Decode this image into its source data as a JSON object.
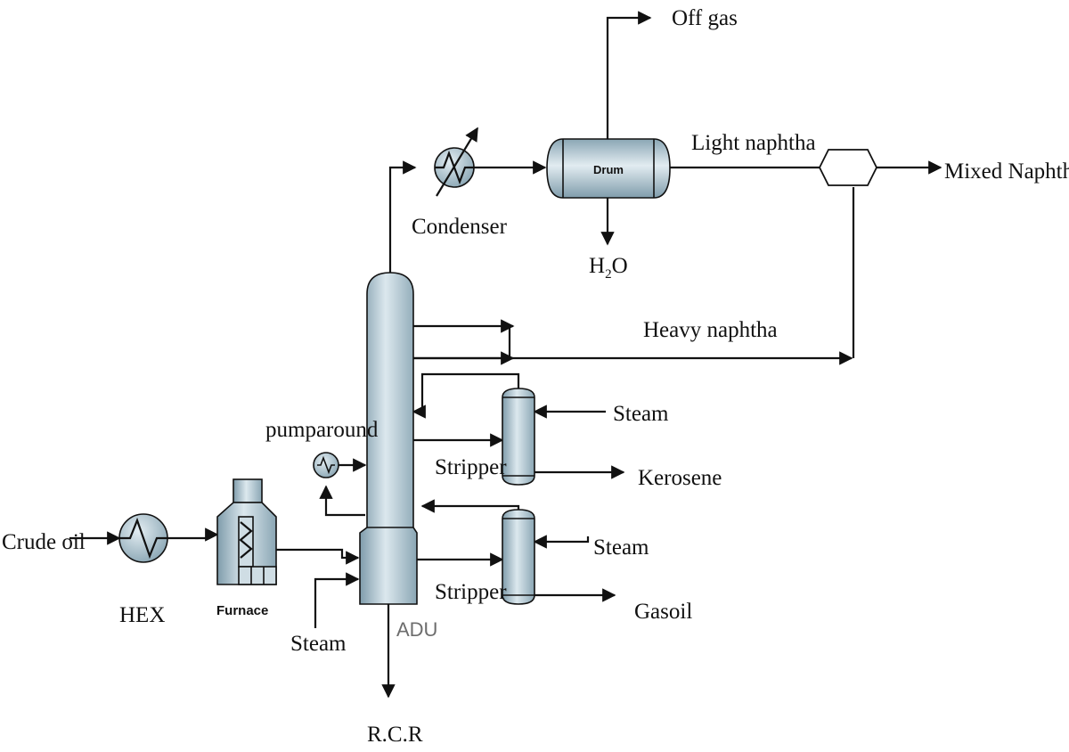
{
  "labels": {
    "crude_oil": "Crude oil",
    "hex": "HEX",
    "furnace": "Furnace",
    "steam_bottom": "Steam",
    "adu": "ADU",
    "rcr": "R.C.R",
    "pumparound": "pumparound",
    "condenser": "Condenser",
    "drum": "Drum",
    "off_gas": "Off gas",
    "water_main": "H",
    "water_sub": "2",
    "water_end": "O",
    "light_naphtha": "Light naphtha",
    "mixed_naphtha": "Mixed Naphtha",
    "heavy_naphtha": "Heavy naphtha",
    "steam_kerosene": "Steam",
    "stripper_1": "Stripper",
    "kerosene": "Kerosene",
    "steam_gasoil": "Steam",
    "stripper_2": "Stripper",
    "gasoil": "Gasoil"
  },
  "colors": {
    "equipment_light": "#d9e6ec",
    "equipment_mid": "#a9c2cf",
    "equipment_dark": "#6f8d9c",
    "line": "#111111"
  }
}
